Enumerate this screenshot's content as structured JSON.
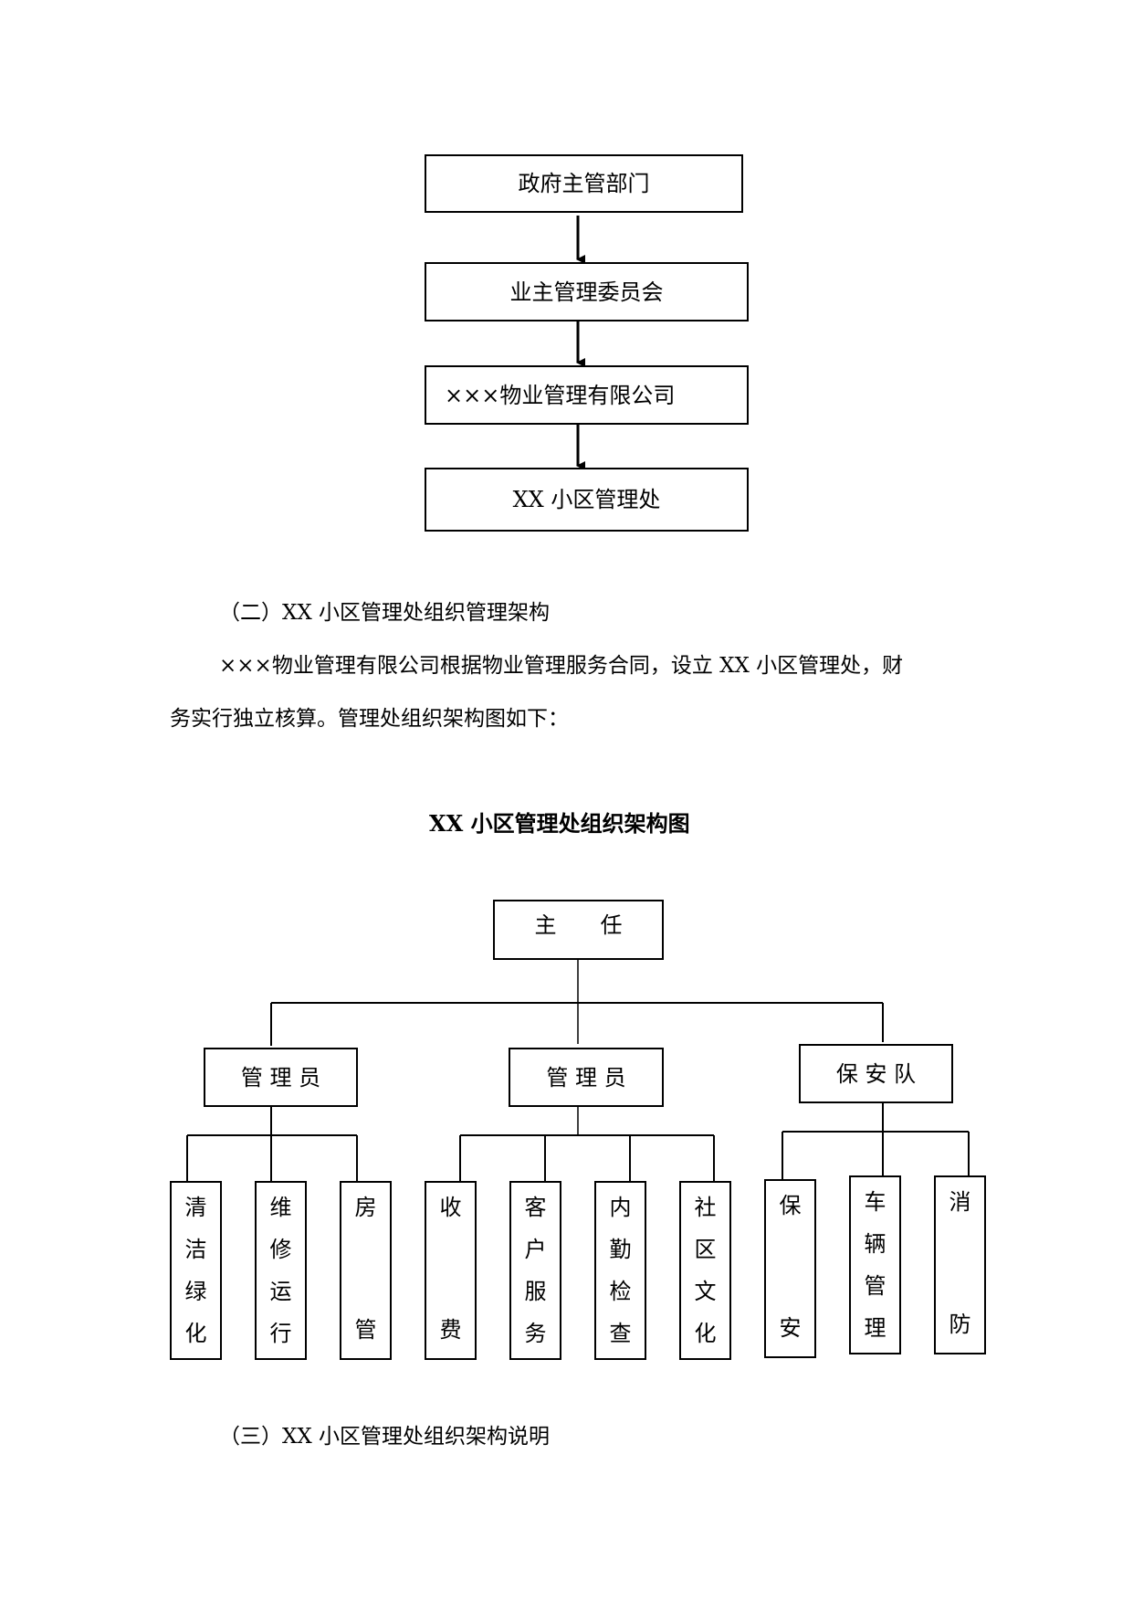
{
  "flow": {
    "boxes": [
      "政府主管部门",
      "业主管理委员会",
      "×××物业管理有限公司",
      "XX 小区管理处"
    ]
  },
  "section2": {
    "heading": "（二）XX 小区管理处组织管理架构",
    "paragraph_line1": "×××物业管理有限公司根据物业管理服务合同，设立 XX 小区管理处，财",
    "paragraph_line2": "务实行独立核算。管理处组织架构图如下："
  },
  "org_chart": {
    "title": "XX 小区管理处组织架构图",
    "root": "主　　任",
    "branches": [
      {
        "label": "管 理 员",
        "children": [
          [
            "清",
            "洁",
            "绿",
            "化"
          ],
          [
            "维",
            "修",
            "运",
            "行"
          ],
          [
            "房",
            "管"
          ]
        ]
      },
      {
        "label": "管 理 员",
        "children": [
          [
            "收",
            "费"
          ],
          [
            "客",
            "户",
            "服",
            "务"
          ],
          [
            "内",
            "勤",
            "检",
            "查"
          ],
          [
            "社",
            "区",
            "文",
            "化"
          ]
        ]
      },
      {
        "label": "保 安 队",
        "children": [
          [
            "保",
            "安"
          ],
          [
            "车",
            "辆",
            "管",
            "理"
          ],
          [
            "消",
            "防"
          ]
        ]
      }
    ]
  },
  "section3": {
    "heading": "（三）XX 小区管理处组织架构说明"
  }
}
